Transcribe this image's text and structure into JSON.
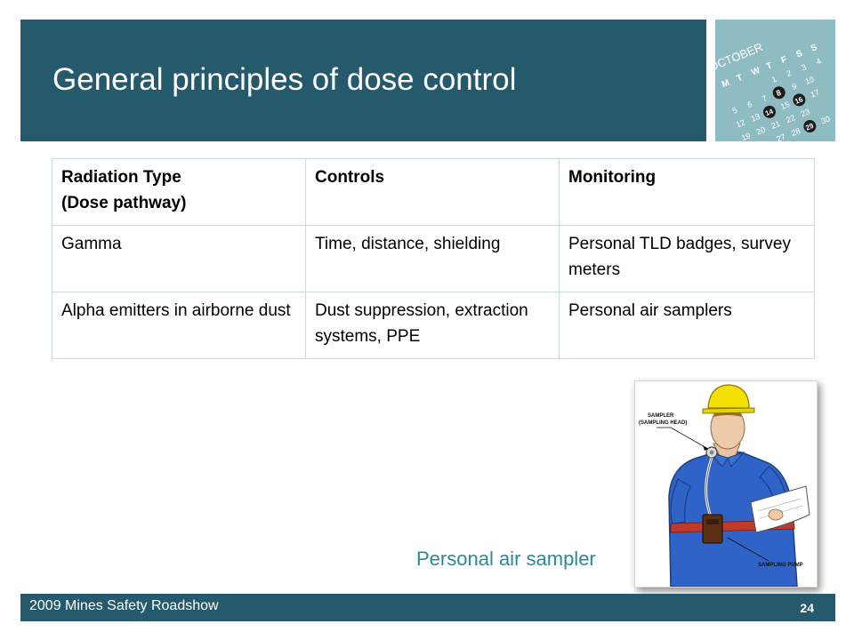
{
  "slide": {
    "title": "General principles of dose control",
    "footer_text": "2009 Mines Safety Roadshow",
    "page_number": "24",
    "caption": "Personal air sampler"
  },
  "calendar": {
    "month": "OCTOBER",
    "weekdays": [
      "M",
      "T",
      "W",
      "T",
      "F",
      "S",
      "S"
    ],
    "dates": [
      "1",
      "2",
      "3",
      "4",
      "5",
      "6",
      "7",
      "8",
      "9",
      "10",
      "12",
      "13",
      "14",
      "15",
      "16",
      "17",
      "19",
      "20",
      "21",
      "22",
      "23",
      "27",
      "28",
      "29",
      "30"
    ],
    "highlighted_dates": [
      "8",
      "14",
      "16",
      "29"
    ]
  },
  "table": {
    "headers": [
      {
        "line1": "Radiation Type",
        "line2": "(Dose pathway)"
      },
      {
        "line1": "Controls",
        "line2": ""
      },
      {
        "line1": "Monitoring",
        "line2": ""
      }
    ],
    "rows": [
      [
        "Gamma",
        "Time, distance, shielding",
        "Personal TLD badges, survey meters"
      ],
      [
        "Alpha emitters in airborne dust",
        "Dust suppression, extraction systems, PPE",
        "Personal air samplers"
      ]
    ]
  },
  "illustration": {
    "label_sampler_line1": "SAMPLER",
    "label_sampler_line2": "(SAMPLING HEAD)",
    "label_pump": "SAMPLING PUMP"
  },
  "colors": {
    "title_bar": "#245a6b",
    "calendar_bg": "#8fbcc2",
    "caption": "#2b8a96",
    "table_border": "#c9dbe0"
  }
}
